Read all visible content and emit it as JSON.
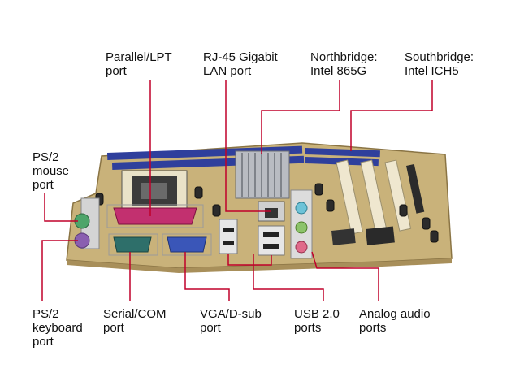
{
  "labels": {
    "parallel": [
      "Parallel/LPT",
      "port"
    ],
    "rj45": [
      "RJ-45 Gigabit",
      "LAN port"
    ],
    "northbridge": [
      "Northbridge:",
      "Intel 865G"
    ],
    "southbridge": [
      "Southbridge:",
      "Intel ICH5"
    ],
    "ps2_mouse": [
      "PS/2",
      "mouse",
      "port"
    ],
    "ps2_keyboard": [
      "PS/2",
      "keyboard",
      "port"
    ],
    "serial": [
      "Serial/COM",
      "port"
    ],
    "vga": [
      "VGA/D-sub",
      "port"
    ],
    "usb": [
      "USB 2.0",
      "ports"
    ],
    "audio": [
      "Analog audio",
      "ports"
    ]
  },
  "colors": {
    "callout": "#c0002a",
    "pcb": "#c9b27a",
    "dimm": "#2f3f9c",
    "pci": "#efe7cf",
    "ps2_mouse": "#4ea56a",
    "ps2_keyboard": "#8a5fb0",
    "parallel": "#c2306f",
    "serial": "#2e6f6a",
    "vga": "#3a56b8"
  }
}
